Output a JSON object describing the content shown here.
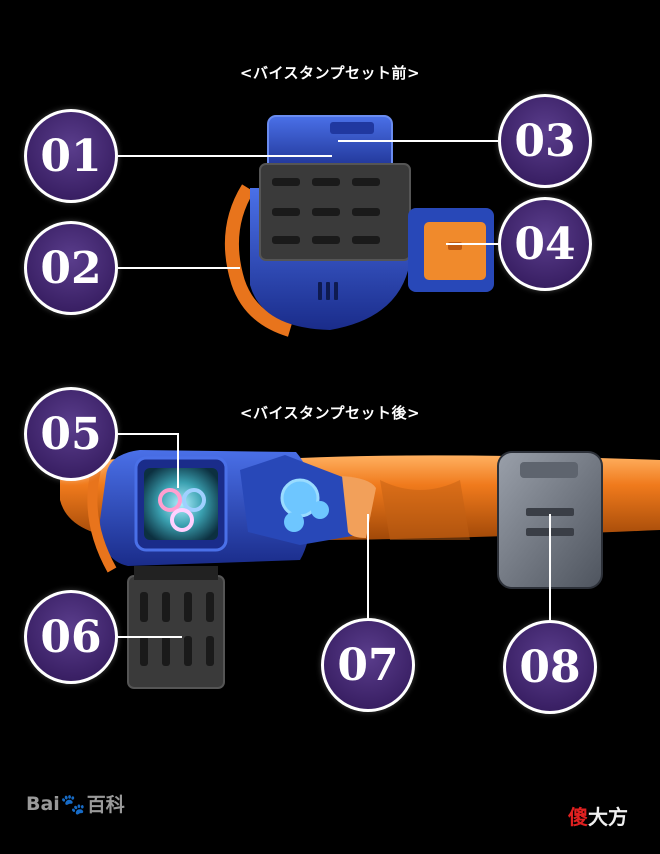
{
  "captions": {
    "front": "<バイスタンプセット前>",
    "back": "<バイスタンプセット後>"
  },
  "callouts": [
    "01",
    "02",
    "03",
    "04",
    "05",
    "06",
    "07",
    "08"
  ],
  "watermarks": {
    "baidu_a": "Bai",
    "baidu_b": "百科",
    "brand_a": "傻",
    "brand_b": "大方"
  },
  "colors": {
    "callout_fill": "#3b2166",
    "device_blue": "#2848b8",
    "device_orange": "#e8741c",
    "cover_gray": "#3a3a3a"
  }
}
